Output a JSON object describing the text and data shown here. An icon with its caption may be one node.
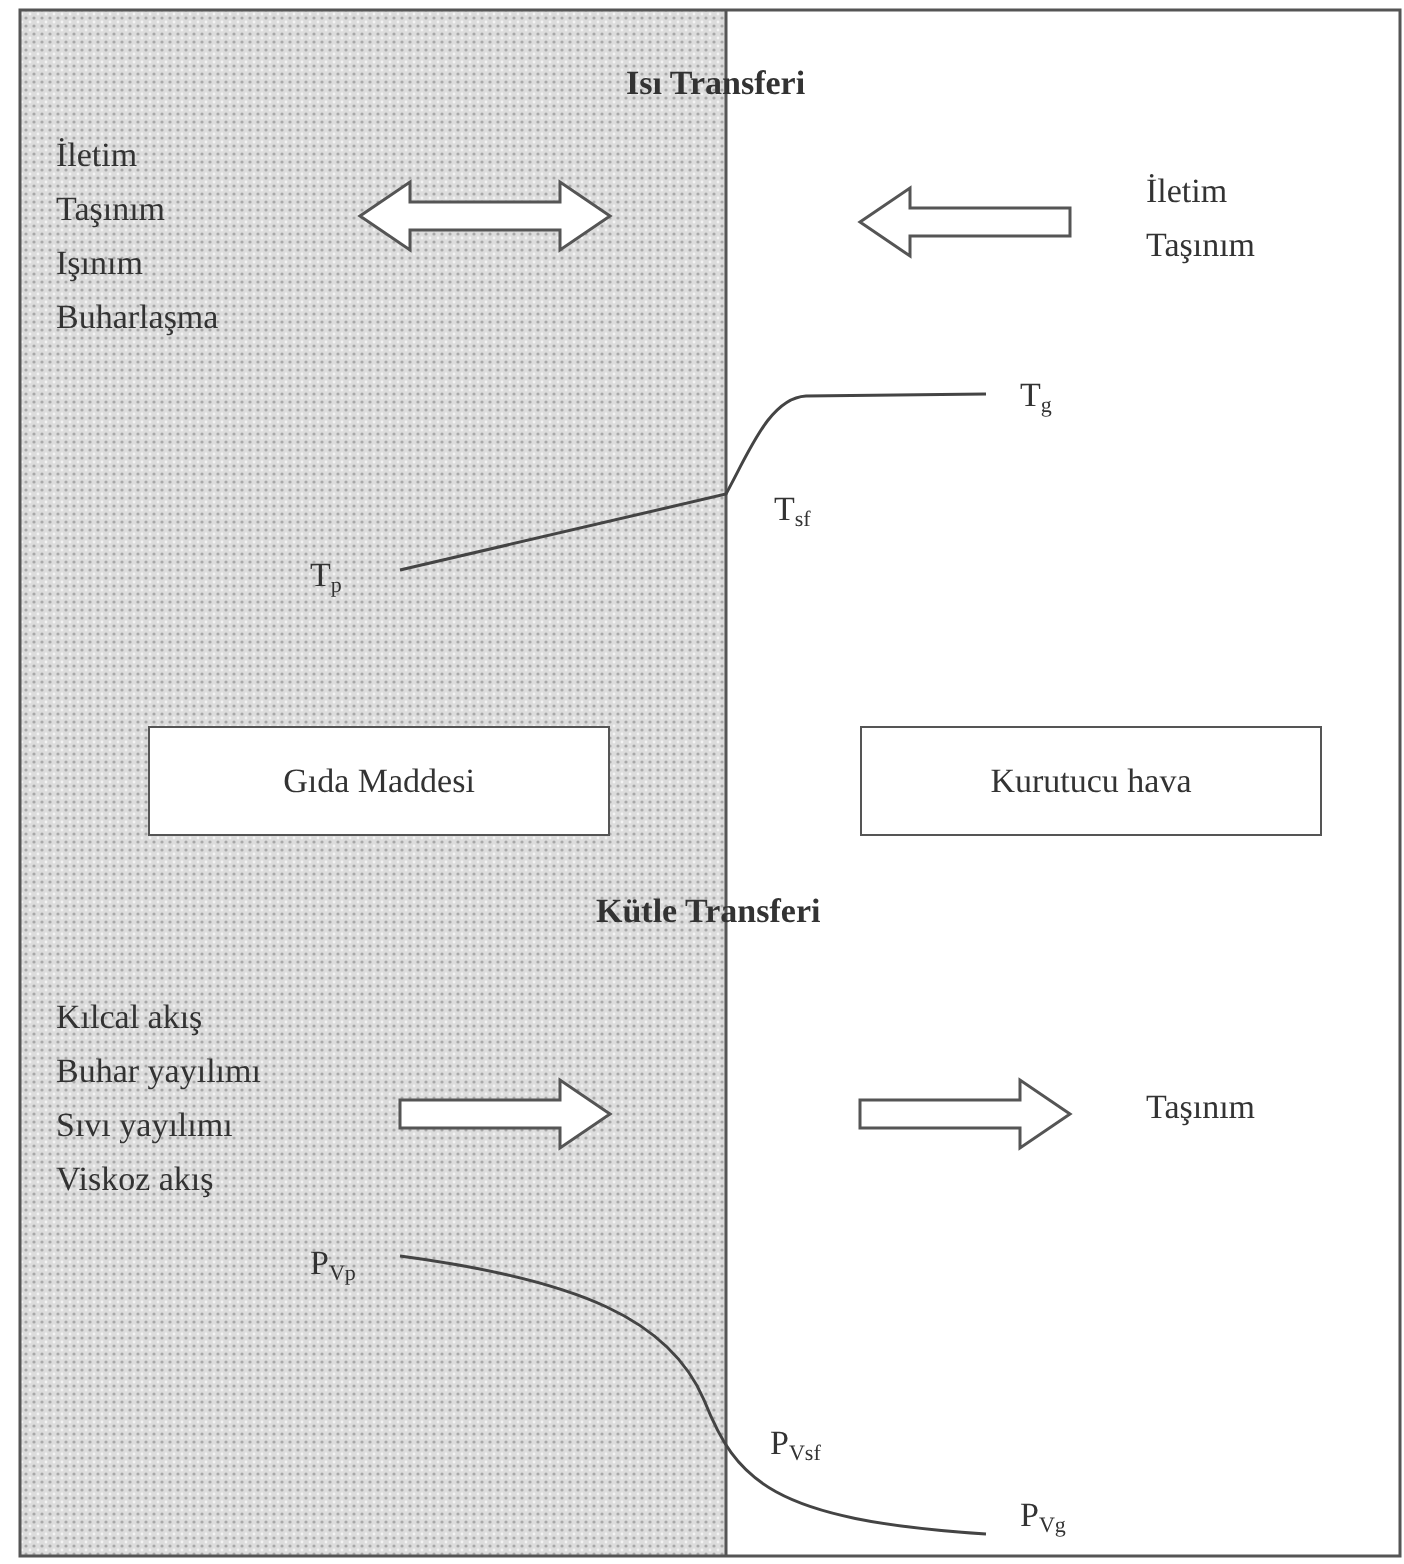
{
  "diagram": {
    "nodes": [
      {
        "text": [
          "Gıda Maddesi"
        ]
      },
      {
        "text": [
          "Kurutucu hava"
        ]
      }
    ],
    "labels": [
      "Isı Transferi",
      "İletim",
      "Taşınım",
      "Işınım",
      "Buharlaşma",
      "İletim",
      "Taşınım",
      "T$_{g}$",
      "T$_{sf}$",
      "T$_{p}$",
      "Kütle Transferi",
      "Kılcal akış",
      "Buhar yayılımı",
      "Sıvı yayılımı",
      "Viskoz akış",
      "Taşınım",
      "P$_{Vp}$",
      "P$_{Vsf}$",
      "P$_{Vg}$"
    ]
  }
}
